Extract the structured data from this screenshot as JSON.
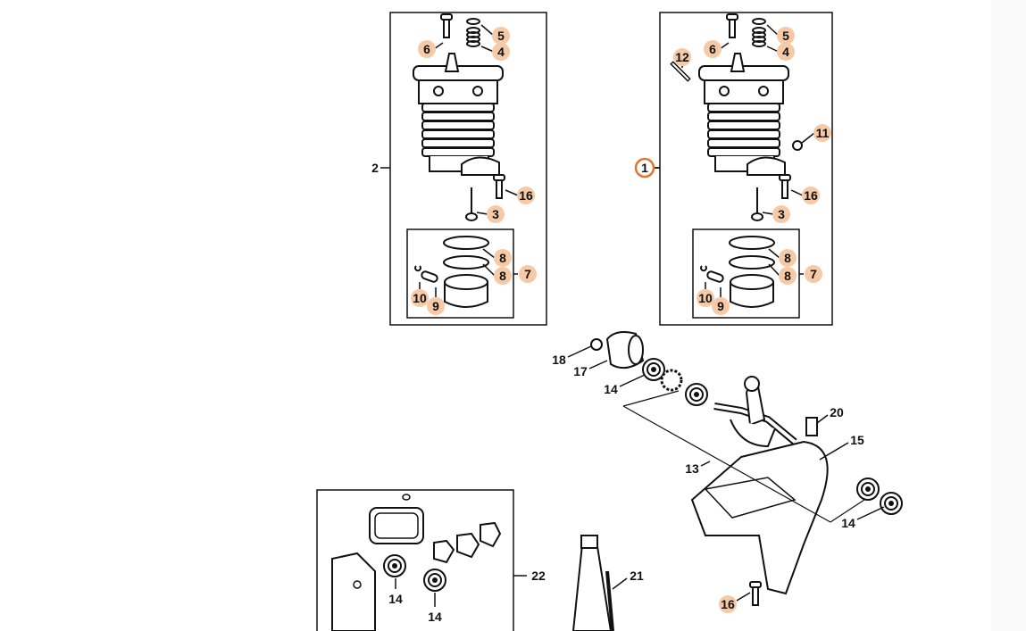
{
  "diagram": {
    "highlight_color": "#f6c9a7",
    "selected_ring_color": "#e2762e",
    "line_color": "#111111",
    "callouts": {
      "c1": "1",
      "c2": "2",
      "c3a": "3",
      "c3b": "3",
      "c4a": "4",
      "c4b": "4",
      "c5a": "5",
      "c5b": "5",
      "c6a": "6",
      "c6b": "6",
      "c7a": "7",
      "c7b": "7",
      "c8a": "8",
      "c8b": "8",
      "c8c": "8",
      "c8d": "8",
      "c9a": "9",
      "c9b": "9",
      "c10a": "10",
      "c10b": "10",
      "c11": "11",
      "c12": "12",
      "c13": "13",
      "c14a": "14",
      "c14b": "14",
      "c14c": "14",
      "c14d": "14",
      "c15": "15",
      "c16a": "16",
      "c16b": "16",
      "c16c": "16",
      "c17": "17",
      "c18": "18",
      "c20": "20",
      "c21": "21",
      "c22": "22"
    }
  }
}
